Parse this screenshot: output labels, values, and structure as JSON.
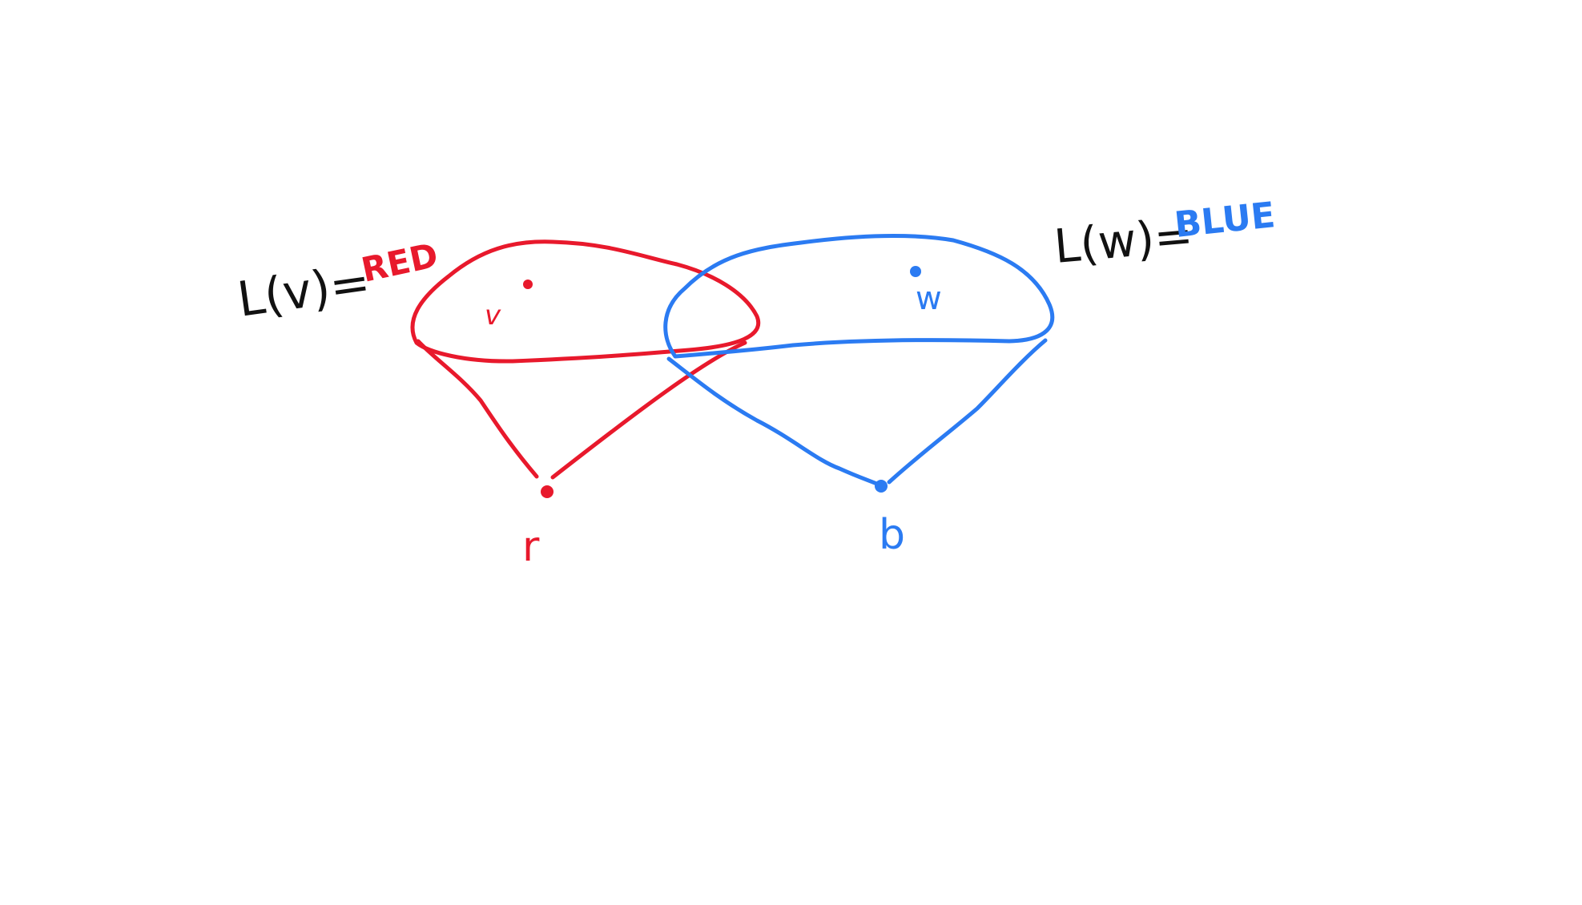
{
  "diagram": {
    "colors": {
      "red": "#e8192c",
      "blue": "#2b7bf2",
      "black": "#111111"
    },
    "red_cone": {
      "apex_label": "r",
      "point_label": "v",
      "annotation_prefix": "L(v)=",
      "annotation_value": "RED"
    },
    "blue_cone": {
      "apex_label": "b",
      "point_label": "w",
      "annotation_prefix": "L(w)=",
      "annotation_value": "BLUE"
    }
  }
}
